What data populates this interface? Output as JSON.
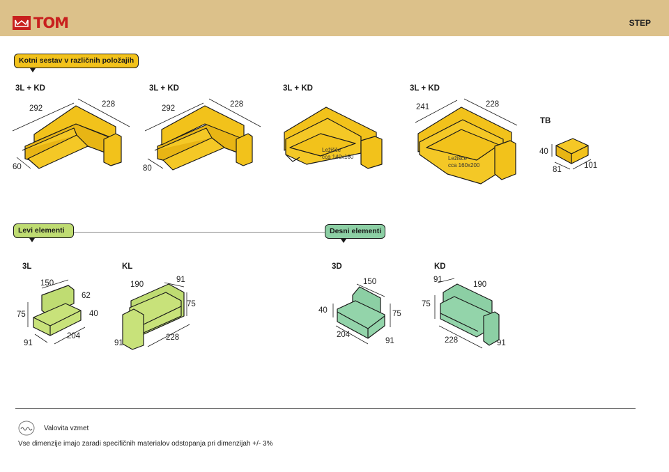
{
  "header": {
    "brand": "TOM",
    "product": "STEP",
    "accent": "#c8201e",
    "background": "#dcc18a"
  },
  "sections": {
    "corner": {
      "title": "Kotni sestav v različnih položajih"
    },
    "left": {
      "title": "Levi elementi"
    },
    "right": {
      "title": "Desni elementi"
    }
  },
  "corner_models": [
    {
      "label": "3L + KD",
      "dims": [
        "292",
        "228",
        "60"
      ]
    },
    {
      "label": "3L + KD",
      "dims": [
        "292",
        "228",
        "80"
      ]
    },
    {
      "label": "3L + KD",
      "dims": [],
      "bed": "Ležišče\ncca 140x180"
    },
    {
      "label": "3L + KD",
      "dims": [
        "241",
        "228"
      ],
      "bed": "Ležišče\ncca 160x200"
    }
  ],
  "tb": {
    "label": "TB",
    "dims": [
      "40",
      "81",
      "101"
    ]
  },
  "left_elements": [
    {
      "label": "3L",
      "dims": [
        "150",
        "62",
        "75",
        "40",
        "204",
        "91"
      ]
    },
    {
      "label": "KL",
      "dims": [
        "190",
        "91",
        "75",
        "91",
        "228"
      ]
    }
  ],
  "right_elements": [
    {
      "label": "3D",
      "dims": [
        "150",
        "40",
        "75",
        "204",
        "91"
      ]
    },
    {
      "label": "KD",
      "dims": [
        "91",
        "190",
        "75",
        "228",
        "91"
      ]
    }
  ],
  "footer": {
    "spring_label": "Valovita vzmet",
    "note": "Vse dimenzije imajo zaradi specifičnih materialov odstopanja pri dimenzijah +/- 3%"
  }
}
